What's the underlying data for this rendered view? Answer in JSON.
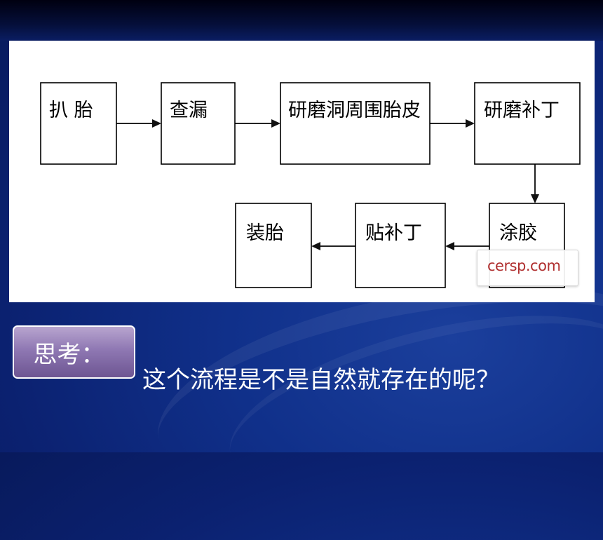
{
  "diagram": {
    "nodes": [
      {
        "id": "n1",
        "label": "扒 胎"
      },
      {
        "id": "n2",
        "label": "查漏"
      },
      {
        "id": "n3",
        "label": "研磨洞周围胎皮"
      },
      {
        "id": "n4",
        "label": "研磨补丁"
      },
      {
        "id": "n5",
        "label": "涂胶"
      },
      {
        "id": "n6",
        "label": "贴补丁"
      },
      {
        "id": "n7",
        "label": "装胎"
      }
    ],
    "edges": [
      {
        "from": "n1",
        "to": "n2"
      },
      {
        "from": "n2",
        "to": "n3"
      },
      {
        "from": "n3",
        "to": "n4"
      },
      {
        "from": "n4",
        "to": "n5"
      },
      {
        "from": "n5",
        "to": "n6"
      },
      {
        "from": "n6",
        "to": "n7"
      }
    ],
    "watermark": "cersp.com"
  },
  "colors": {
    "background": "#10308a",
    "panel": "#ffffff",
    "badge": "#8f78b3",
    "text_light": "#ffffff"
  },
  "think_label": "思考：",
  "question": "这个流程是不是自然就存在的呢？"
}
